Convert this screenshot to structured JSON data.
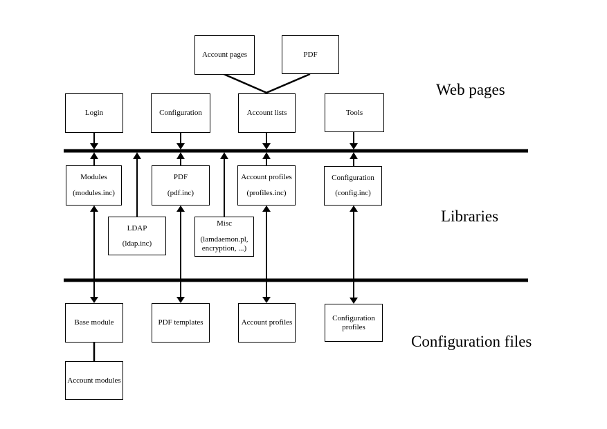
{
  "labels": {
    "web_pages": "Web pages",
    "libraries": "Libraries",
    "configuration_files": "Configuration files"
  },
  "boxes": {
    "account_pages": {
      "line1": "Account pages"
    },
    "pdf_page": {
      "line1": "PDF"
    },
    "login": {
      "line1": "Login"
    },
    "configuration_page": {
      "line1": "Configuration"
    },
    "account_lists": {
      "line1": "Account lists"
    },
    "tools": {
      "line1": "Tools"
    },
    "modules_lib": {
      "line1": "Modules",
      "line2": "(modules.inc)"
    },
    "pdf_lib": {
      "line1": "PDF",
      "line2": "(pdf.inc)"
    },
    "account_profiles_lib": {
      "line1": "Account profiles",
      "line2": "(profiles.inc)"
    },
    "configuration_lib": {
      "line1": "Configuration",
      "line2": "(config.inc)"
    },
    "ldap_lib": {
      "line1": "LDAP",
      "line2": "(ldap.inc)"
    },
    "misc_lib": {
      "line1": "Misc",
      "line2": "(lamdaemon.pl,",
      "line3": "encryption, ...)"
    },
    "base_module": {
      "line1": "Base module"
    },
    "pdf_templates": {
      "line1": "PDF templates"
    },
    "account_profiles_file": {
      "line1": "Account profiles"
    },
    "configuration_profiles": {
      "line1": "Configuration",
      "line2": "profiles"
    },
    "account_modules": {
      "line1": "Account modules"
    }
  },
  "colors": {
    "line": "#000000",
    "box_border": "#000000",
    "background": "#ffffff",
    "text": "#000000"
  }
}
